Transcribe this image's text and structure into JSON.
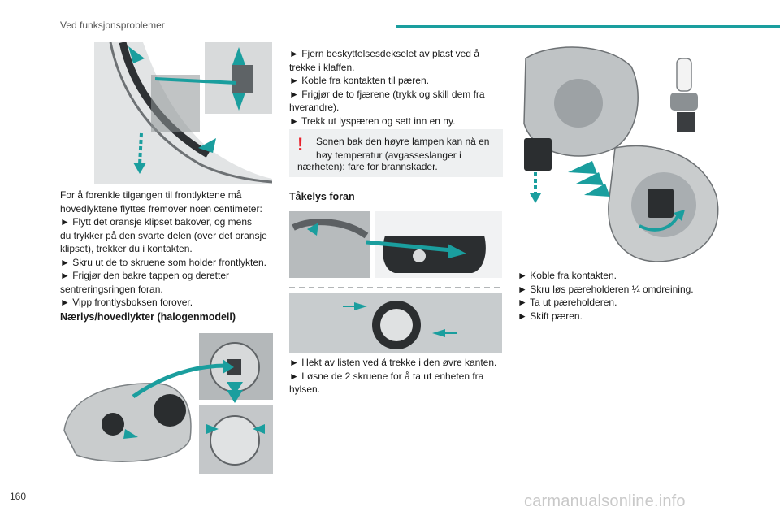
{
  "header": {
    "section_title": "Ved funksjonsproblemer",
    "accent_color": "#1a9e9e"
  },
  "left_column": {
    "intro_lines": [
      "For å forenkle tilgangen til frontlyktene må",
      "hovedlyktene flyttes fremover noen centimeter:",
      "► Flytt det oransje klipset bakover, og mens",
      "du trykker på den svarte delen (over det oransje",
      "klipset), trekker du i kontakten.",
      "► Skru ut de to skruene som holder frontlykten.",
      "► Frigjør den bakre tappen og deretter",
      "sentreringsringen foran.",
      "► Vipp frontlysboksen forover."
    ],
    "heading": "Nærlys/hovedlykter (halogenmodell)"
  },
  "middle_column": {
    "step_lines": [
      "► Fjern beskyttelsesdekselet av plast ved å",
      "trekke i klaffen.",
      "► Koble fra kontakten til pæren.",
      "► Frigjør de to fjærene (trykk og skill dem fra",
      "hverandre).",
      "► Trekk ut lyspæren og sett inn en ny."
    ],
    "warning": {
      "icon": "!",
      "lines": [
        "Sonen bak den høyre lampen kan nå en",
        "høy temperatur (avgasseslanger i"
      ],
      "last_line": "nærheten): fare for brannskader.",
      "icon_color": "#e8202b"
    },
    "heading": "Tåkelys foran",
    "after_lines": [
      "► Hekt av listen ved å trekke i den øvre kanten.",
      "► Løsne de 2 skruene for å ta ut enheten fra",
      "hylsen."
    ]
  },
  "right_column": {
    "step_lines": [
      "► Koble fra kontakten.",
      "► Skru løs pæreholderen ¼ omdreining.",
      "► Ta ut pæreholderen.",
      "► Skift pæren."
    ]
  },
  "footer": {
    "page_number": "160",
    "watermark": "carmanualsonline.info"
  }
}
